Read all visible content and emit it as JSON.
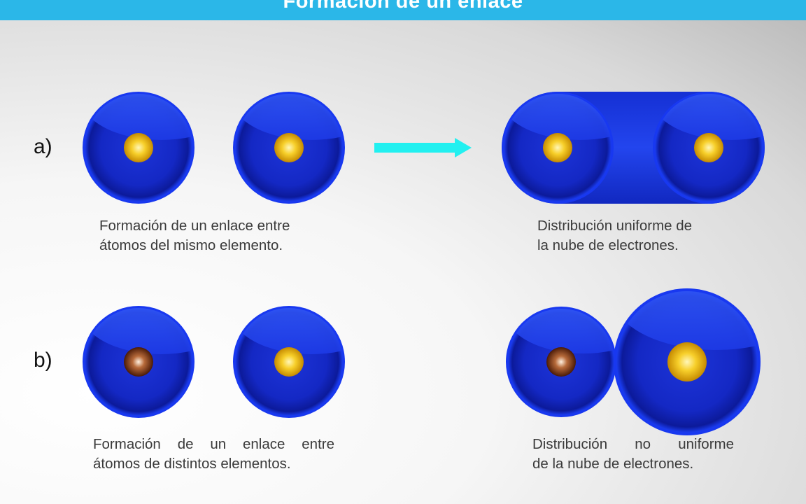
{
  "title": "Formación de un enlace",
  "rows": [
    {
      "label": "a)",
      "left_caption": [
        "Formación de un enlace entre",
        "átomos del mismo elemento."
      ],
      "right_caption": [
        "Distribución uniforme de",
        "la nube de electrones."
      ]
    },
    {
      "label": "b)",
      "left_caption": [
        "Formación de un enlace entre",
        "átomos de distintos elementos."
      ],
      "right_caption": [
        "Distribución no uniforme",
        "de la nube de electrones."
      ]
    }
  ],
  "colors": {
    "title_bar": "#2bb7e8",
    "atom_cloud": "#1a2fd6",
    "nucleus_gold": "#e8b400",
    "nucleus_brown": "#7a3a12",
    "arrow": "#22f0f0"
  }
}
